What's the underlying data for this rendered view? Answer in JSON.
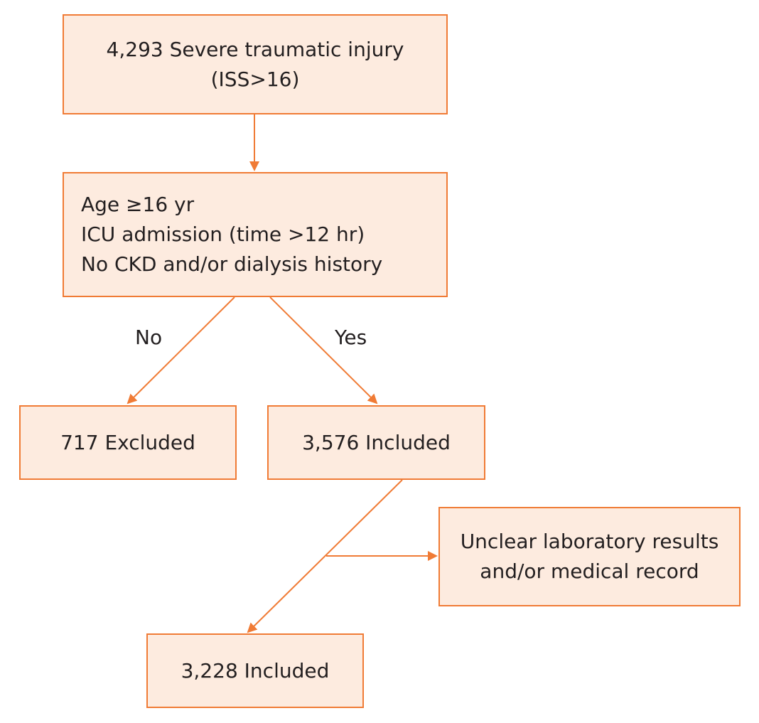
{
  "flowchart": {
    "start": {
      "line1": "4,293 Severe traumatic injury",
      "line2": "(ISS>16)"
    },
    "criteria": {
      "lines": [
        "Age ≥16 yr",
        "ICU admission (time >12 hr)",
        "No CKD and/or dialysis history"
      ]
    },
    "branch_no": "No",
    "branch_yes": "Yes",
    "excluded": "717 Excluded",
    "included_1": "3,576 Included",
    "exclusion_note": {
      "line1": "Unclear laboratory results",
      "line2": "and/or medical record"
    },
    "included_final": "3,228 Included"
  },
  "colors": {
    "accent": "#f07b35",
    "box_fill": "#fdebdf"
  }
}
